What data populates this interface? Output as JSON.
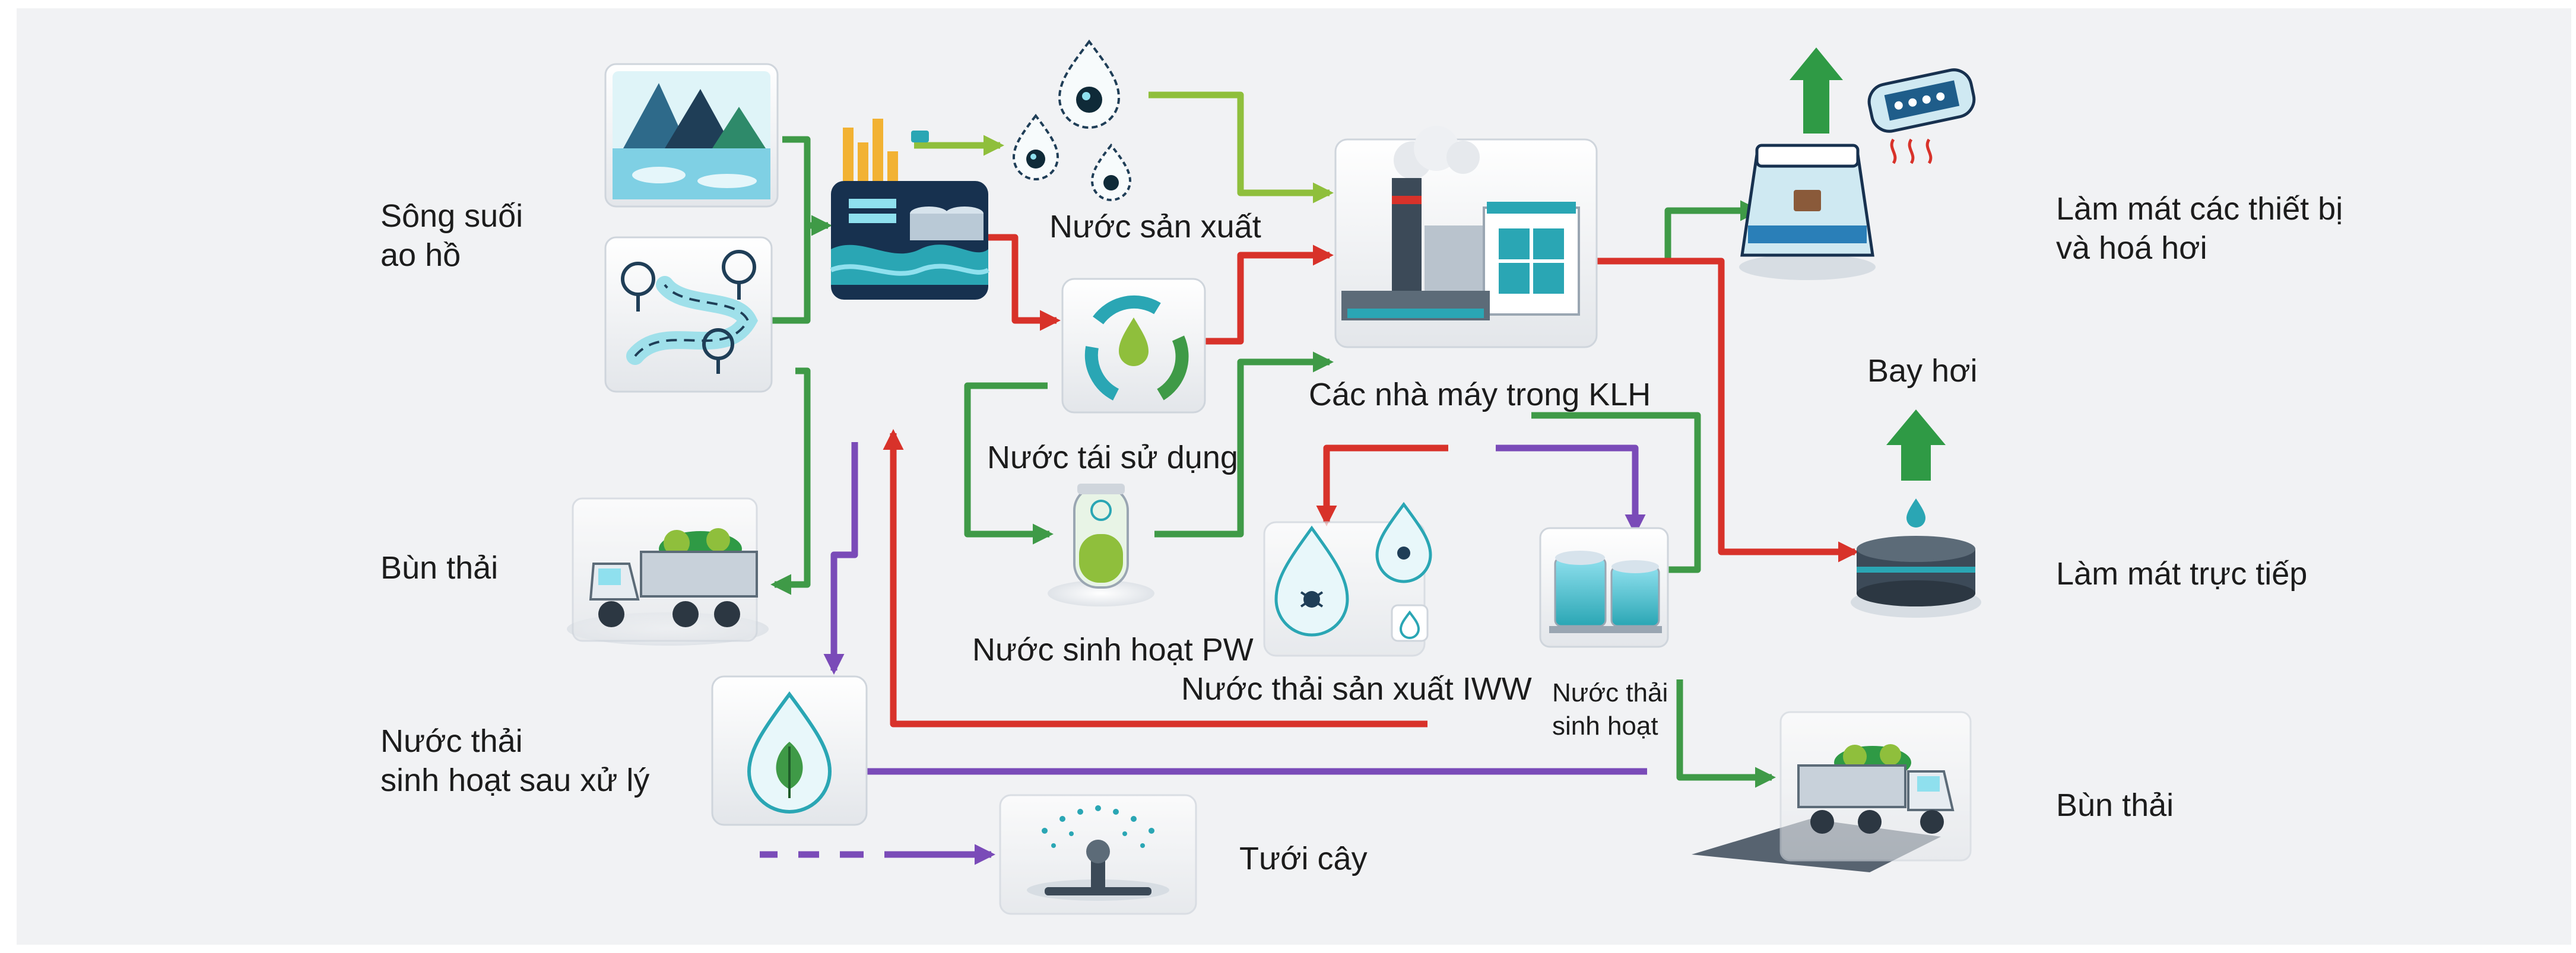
{
  "labels": {
    "river": "Sông suối\nao hồ",
    "sludge_left": "Bùn thải",
    "treated_domestic": "Nước thải\nsinh hoạt sau xử lý",
    "production_water": "Nước sản xuất",
    "reuse_water": "Nước tái sử dụng",
    "domestic_water_pw": "Nước sinh hoạt PW",
    "industrial_wastewater": "Nước thải sản xuất IWW",
    "domestic_wastewater": "Nước thải\nsinh hoạt",
    "factories": "Các nhà máy trong KLH",
    "cooling_equipment": "Làm mát các thiết bị\nvà hoá hơi",
    "evaporation": "Bay hơi",
    "direct_cooling": "Làm mát trực tiếp",
    "sludge_right": "Bùn thải",
    "irrigation": "Tưới cây"
  },
  "colors": {
    "green_flow": "#3f9a47",
    "light_green_flow": "#8fbf3c",
    "red_flow": "#d8322a",
    "purple_flow": "#7a4bb8",
    "teal_accent": "#2aa6b4",
    "navy_tank": "#17314f",
    "up_arrow": "#2f9a45"
  },
  "icons": [
    "mountain-lake-icon",
    "river-map-icon",
    "water-treatment-tank-icon",
    "microbe-droplet-icon",
    "recycle-water-icon",
    "factory-icon",
    "cooling-tower-icon",
    "heat-exchanger-icon",
    "evaporation-pond-icon",
    "dump-truck-icon",
    "test-tube-icon",
    "wastewater-droplets-icon",
    "storage-tanks-icon",
    "leaf-droplet-icon",
    "sprinkler-icon"
  ]
}
